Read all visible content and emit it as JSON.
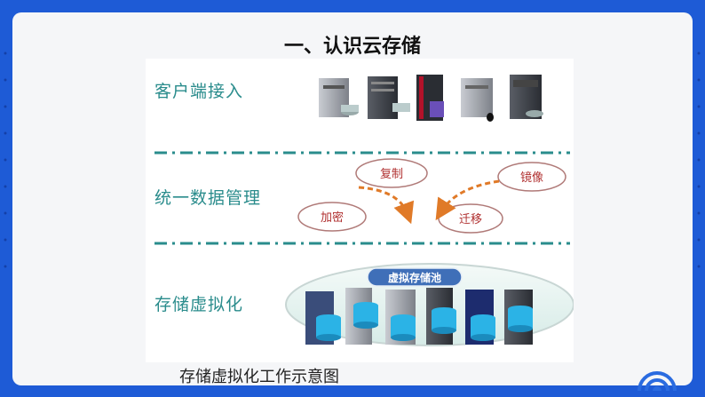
{
  "slide": {
    "title": "一、认识云存储",
    "caption": "存储虚拟化工作示意图"
  },
  "figure": {
    "rows": {
      "client_access": "客户端接入",
      "unified_management": "统一数据管理",
      "storage_virtualization": "存储虚拟化"
    },
    "bubbles": {
      "copy": "复制",
      "mirror": "镜像",
      "encrypt": "加密",
      "migrate": "迁移"
    },
    "pool_label": "虚拟存储池"
  },
  "colors": {
    "frame": "#1e5bd6",
    "row_label": "#2a8c8c",
    "bubble_text": "#b03030",
    "arrow": "#e07a28",
    "divider": "#2a8c8c",
    "disk": "#2bb3e6"
  }
}
